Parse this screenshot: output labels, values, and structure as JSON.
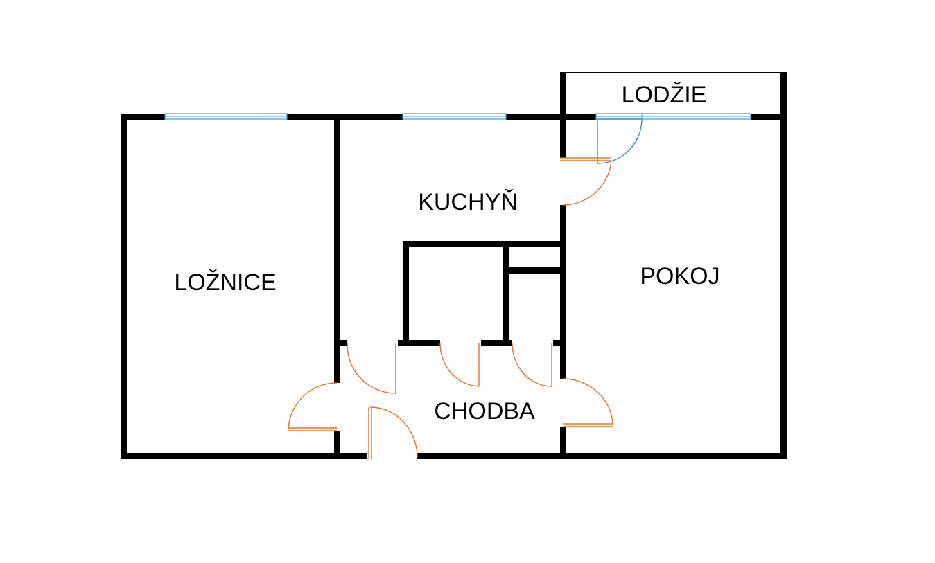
{
  "floorplan": {
    "rooms": {
      "loznice": "LOŽNICE",
      "kuchyn": "KUCHYŇ",
      "pokoj": "POKOJ",
      "chodba": "CHODBA",
      "lodzie": "LODŽIE"
    },
    "colors": {
      "wall": "#000000",
      "door": "#e8712a",
      "window": "#3c9ad6",
      "background": "#ffffff"
    }
  }
}
